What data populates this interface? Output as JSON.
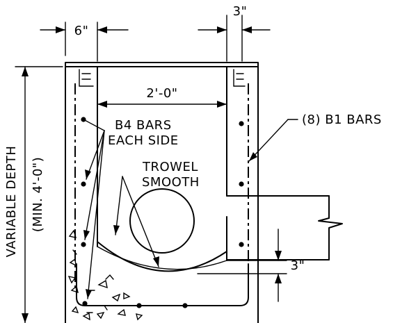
{
  "labels": {
    "dim_wall": "6\"",
    "dim_cover": "3\"",
    "dim_width": "2'-0\"",
    "b4_line1": "B4 BARS",
    "b4_line2": "EACH SIDE",
    "b1": "(8) B1 BARS",
    "trowel_line1": "TROWEL",
    "trowel_line2": "SMOOTH",
    "depth_line1": "VARIABLE DEPTH",
    "depth_line2": "(MIN. 4'-0\")",
    "dim_bottom": "3\""
  }
}
